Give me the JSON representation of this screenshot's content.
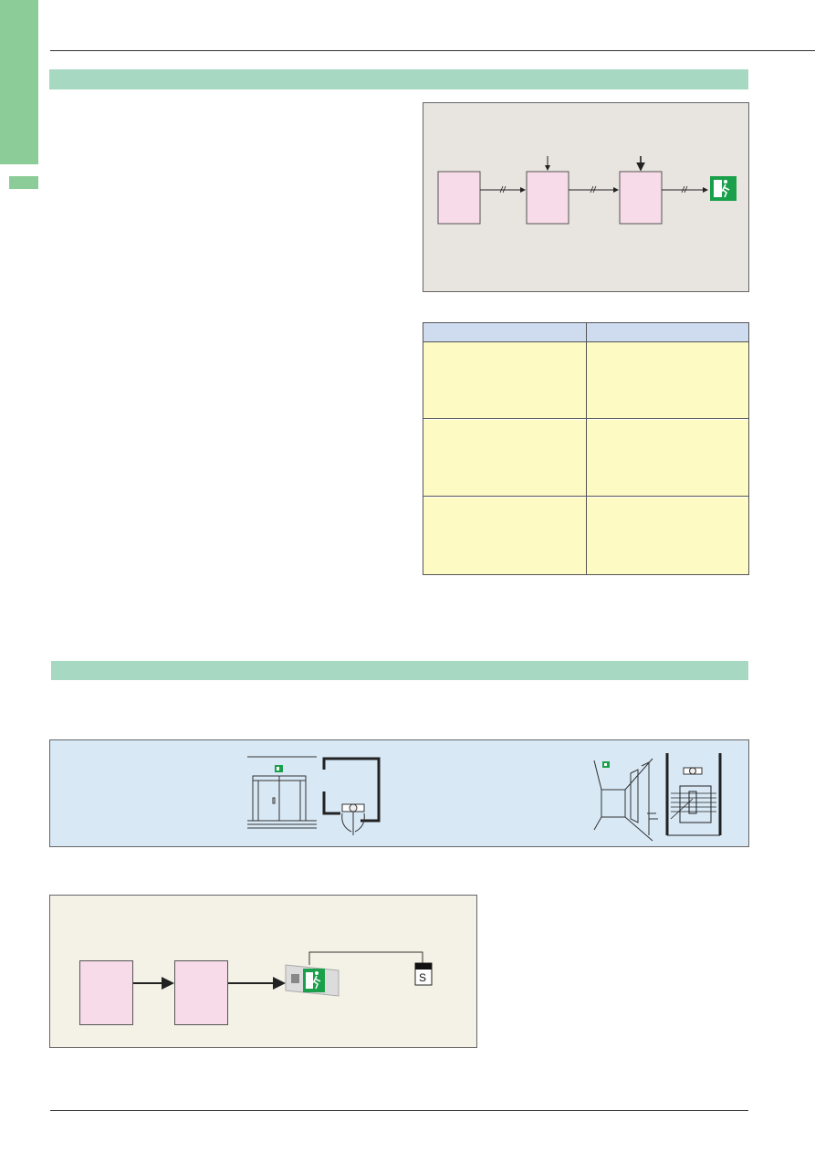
{
  "page": {
    "colors": {
      "side_tab": "#8ccc98",
      "section_bar": "#a6d8c2",
      "flow_panel_bg": "#e8e4e0",
      "pink_box": "#f7dbe8",
      "table_header": "#cfdcf0",
      "table_row": "#fdfac4",
      "install_panel_bg": "#d8e8f5",
      "system_panel_bg": "#f4f1e6",
      "exit_sign_green": "#1aa04a"
    }
  },
  "flow_diagram": {
    "icons": [
      "exit-sign-icon",
      "arrow-right-icon",
      "arrow-down-icon",
      "cable-mark-icon"
    ]
  },
  "spec_table": {
    "headers": [
      "",
      ""
    ],
    "rows": [
      [
        "",
        ""
      ],
      [
        "",
        ""
      ],
      [
        "",
        ""
      ]
    ]
  },
  "install_panel": {
    "icons": [
      "door-illustration",
      "exit-sign-icon",
      "corridor-illustration",
      "stairwell-illustration",
      "sensor-icon"
    ]
  },
  "system_panel": {
    "sensor_label": "S",
    "icons": [
      "exit-sign-fixture-icon",
      "arrow-right-icon"
    ]
  }
}
